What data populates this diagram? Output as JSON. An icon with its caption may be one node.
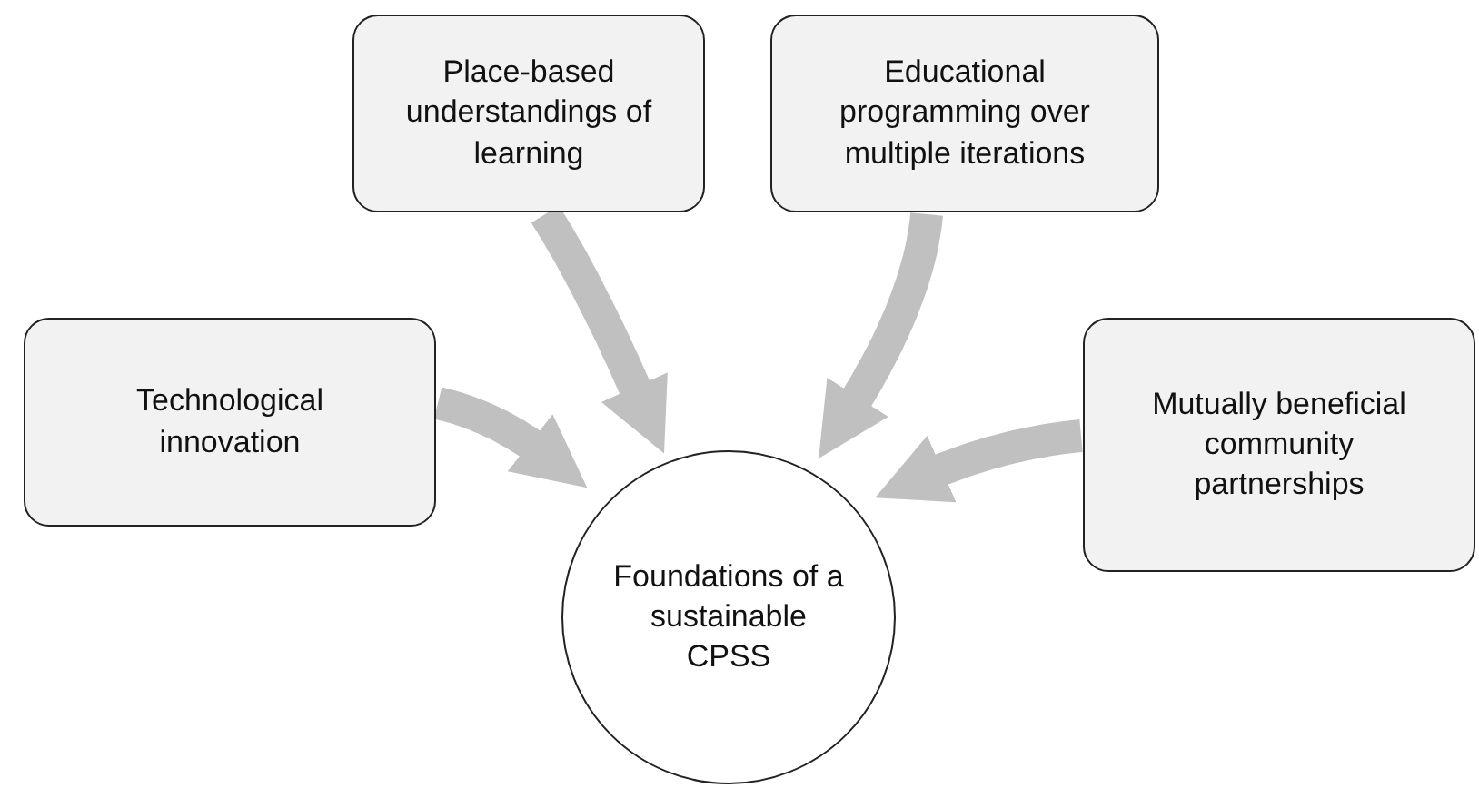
{
  "diagram": {
    "nodes": [
      {
        "text": [
          "Place-based understandings of learning"
        ]
      },
      {
        "text": [
          "Educational programming over multiple iterations"
        ]
      },
      {
        "text": [
          "Technological innovation"
        ]
      },
      {
        "text": [
          "Mutually beneficial community partnerships"
        ]
      },
      {
        "text": [
          "Foundations of a sustainable CPSS"
        ]
      }
    ],
    "edges": [
      {
        "from": 2,
        "to": 4,
        "arrow": "to"
      },
      {
        "from": 0,
        "to": 4,
        "arrow": "to"
      },
      {
        "from": 1,
        "to": 4,
        "arrow": "to"
      },
      {
        "from": 3,
        "to": 4,
        "arrow": "to"
      }
    ]
  }
}
